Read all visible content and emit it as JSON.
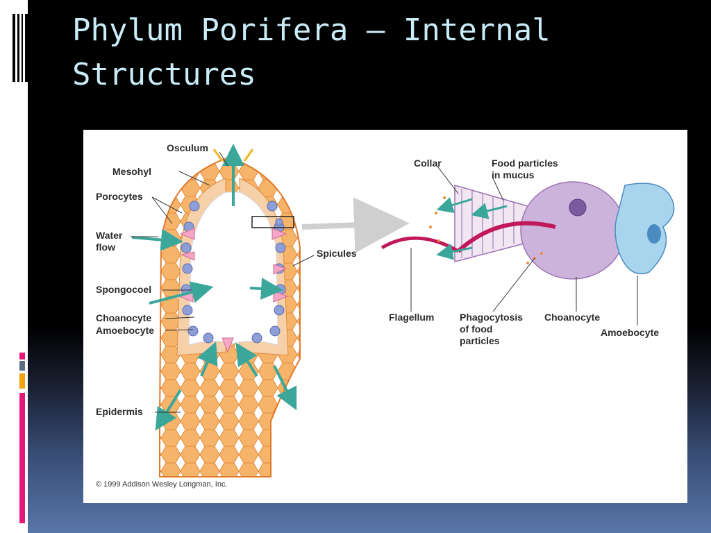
{
  "slide": {
    "title_line1": "Phylum Porifera – Internal",
    "title_line2": "Structures"
  },
  "colors": {
    "title": "#c9ecf8",
    "accent_pink": "#e4187a",
    "accent_orange": "#f2a20c",
    "water_flow_arrow": "#3aa79a"
  },
  "figure": {
    "labels": {
      "osculum": "Osculum",
      "mesohyl": "Mesohyl",
      "porocytes": "Porocytes",
      "water_flow": "Water\nflow",
      "spongocoel": "Spongocoel",
      "choanocyte_left": "Choanocyte",
      "amoebocyte_left": "Amoebocyte",
      "epidermis": "Epidermis",
      "spicules": "Spicules",
      "collar": "Collar",
      "food_particles": "Food particles\nin mucus",
      "flagellum": "Flagellum",
      "phagocytosis": "Phagocytosis\nof food\nparticles",
      "choanocyte_right": "Choanocyte",
      "amoebocyte_right": "Amoebocyte"
    },
    "credit": "© 1999 Addison Wesley Longman, Inc."
  }
}
